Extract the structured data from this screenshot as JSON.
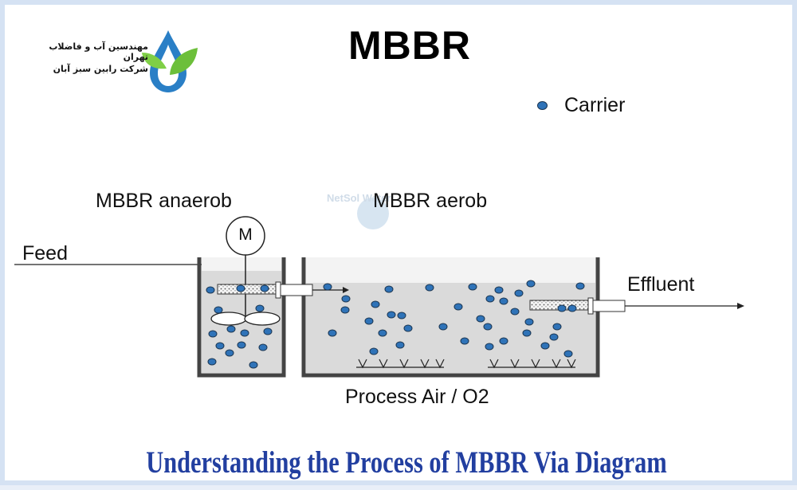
{
  "logo": {
    "line1": "مهندسین آب و فاضلاب تهران",
    "line2": "شرکت رابین سبز آبان",
    "icon": "water-drop-leaf-icon",
    "colors": {
      "drop": "#2a7fc6",
      "leaf": "#6cbf3a"
    }
  },
  "title": "MBBR",
  "legend": {
    "label": "Carrier",
    "color": "#2f73b8"
  },
  "labels": {
    "anaerob": "MBBR anaerob",
    "aerob": "MBBR aerob",
    "feed": "Feed",
    "effluent": "Effluent",
    "process_air": "Process Air / O2",
    "motor": "M"
  },
  "watermark": "NetSol Water",
  "caption": "Understanding the Process of MBBR Via Diagram",
  "colors": {
    "water": "#dadada",
    "carrier": "#2f73b8",
    "caption": "#223fa0"
  }
}
